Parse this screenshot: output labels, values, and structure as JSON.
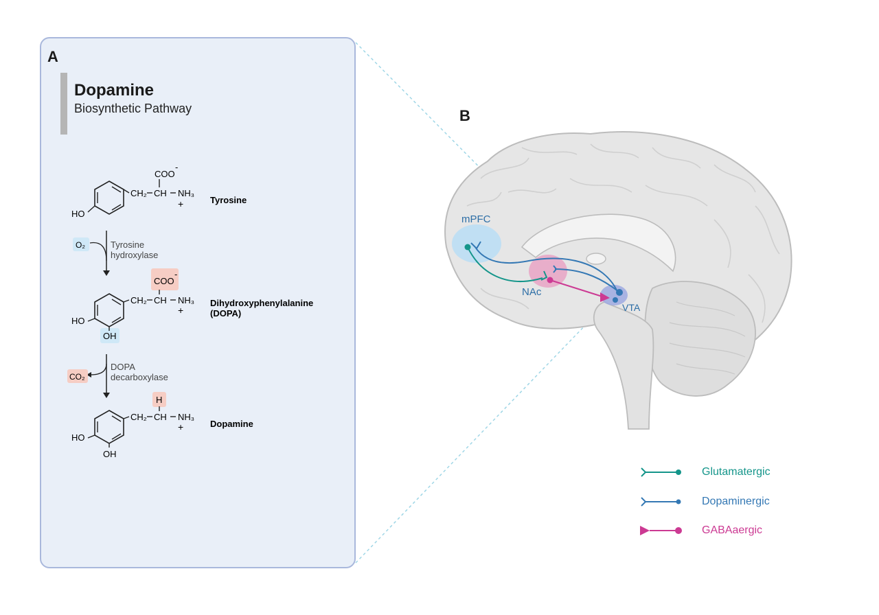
{
  "panel_a": {
    "label": "A",
    "title": "Dopamine",
    "subtitle": "Biosynthetic Pathway",
    "steps": {
      "tyrosine": {
        "name": "Tyrosine",
        "cooh": "COO",
        "charge_minus": "-",
        "ch2": "CH₂",
        "ch": "CH",
        "nh3": "NH₃",
        "charge_plus": "+",
        "ho": "HO"
      },
      "reaction1": {
        "cofactor": "O₂",
        "enzyme_line1": "Tyrosine",
        "enzyme_line2": "hydroxylase"
      },
      "dopa": {
        "name_line1": "Dihydroxyphenylalanine",
        "name_line2": "(DOPA)",
        "cooh": "COO",
        "charge_minus": "-",
        "ch2": "CH₂",
        "ch": "CH",
        "nh3": "NH₃",
        "charge_plus": "+",
        "ho": "HO",
        "oh": "OH"
      },
      "reaction2": {
        "byproduct": "CO₂",
        "enzyme_line1": "DOPA",
        "enzyme_line2": "decarboxylase"
      },
      "dopamine": {
        "name": "Dopamine",
        "h": "H",
        "ch2": "CH₂",
        "ch": "CH",
        "nh3": "NH₃",
        "charge_plus": "+",
        "ho": "HO",
        "oh": "OH"
      }
    }
  },
  "panel_b": {
    "label": "B",
    "regions": {
      "mpfc": "mPFC",
      "nac": "NAc",
      "vta": "VTA"
    }
  },
  "legend": [
    {
      "label": "Glutamatergic",
      "color": "#14958a",
      "ending": "fork"
    },
    {
      "label": "Dopaminergic",
      "color": "#3478b4",
      "ending": "fork"
    },
    {
      "label": "GABAaergic",
      "color": "#cc3a93",
      "ending": "triangle"
    }
  ],
  "colors": {
    "panel_bg": "#e9eff8",
    "panel_border": "#a9b8dc",
    "highlight_blue": "#cfe8f7",
    "highlight_red": "#f6cdc4",
    "mpfc_fill": "#b9ddf4",
    "nac_fill": "#e7a3c4",
    "vta_fill": "#9ea9e0",
    "brain_fill": "#e6e6e6",
    "brain_stroke": "#bcbcbc"
  }
}
